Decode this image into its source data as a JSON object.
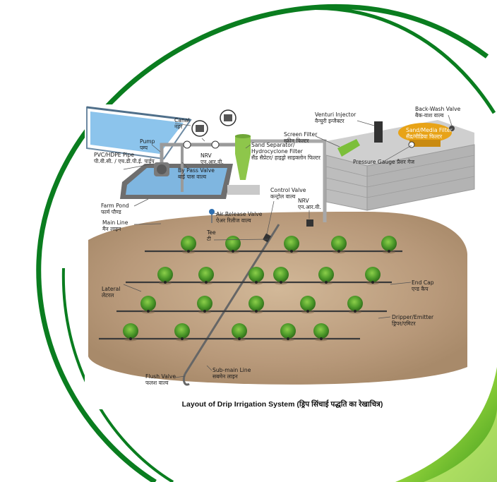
{
  "caption": "Layout of Drip Irrigation System (ड्रिप सिंचाई पद्धति का रेखाचित्र)",
  "labels": {
    "canal": {
      "en": "Canal",
      "hi": "नहर"
    },
    "pump": {
      "en": "Pump",
      "hi": "पम्प"
    },
    "pipe": {
      "en": "PVC/HDPE Pipe",
      "hi": "पी.वी.सी. / एच.डी.पी.ई. पाईप"
    },
    "nrv_top": {
      "en": "NRV",
      "hi": "एन.आर.वी."
    },
    "bypass": {
      "en": "By Pass Valve",
      "hi": "बाई पास वाल्व"
    },
    "sand_separator": {
      "en": "Sand Separator/ Hydrocyclone Filter",
      "hi": "सैंड सैप्रेटर/ हाइड्रो साइक्लोन फिल्टर"
    },
    "screen_filter": {
      "en": "Screen Filter",
      "hi": "स्क्रीन फिल्टर"
    },
    "venturi": {
      "en": "Venturi Injector",
      "hi": "वैन्चुरी इन्जैक्टर"
    },
    "backwash": {
      "en": "Back-Wash Valve",
      "hi": "बैक-वाश वाल्व"
    },
    "sand_media": {
      "en": "Sand/Media Filter",
      "hi": "सैंड/मीडिया फिल्टर"
    },
    "pressure_gauge": {
      "en": "Pressure Gauge",
      "hi": "प्रैशर गेज"
    },
    "farm_pond": {
      "en": "Farm Pond",
      "hi": "फार्म पौण्ड"
    },
    "main_line": {
      "en": "Main Line",
      "hi": "मैन लाइन"
    },
    "air_release": {
      "en": "Air Release Valve",
      "hi": "ऐअर रिलीज वाल्व"
    },
    "control_valve": {
      "en": "Control Valve",
      "hi": "कन्ट्रोल वाल्व"
    },
    "nrv_mid": {
      "en": "NRV",
      "hi": "एन.आर.वी."
    },
    "tee": {
      "en": "Tee",
      "hi": "टी"
    },
    "lateral": {
      "en": "Lateral",
      "hi": "लेटरल"
    },
    "end_cap": {
      "en": "End Cap",
      "hi": "एन्ड कैप"
    },
    "dripper": {
      "en": "Dripper/Emitter",
      "hi": "ड्रिपर/एमिटर"
    },
    "flush_valve": {
      "en": "Flush Valve",
      "hi": "फलश वाल्व"
    },
    "sub_main": {
      "en": "Sub-main Line",
      "hi": "सबमेन लाइन"
    }
  },
  "colors": {
    "green_dark": "#0a7d1f",
    "green_light": "#86c83a",
    "soil": "#bfa27f",
    "wall": "#bdbdbd",
    "tank": "#e8a317",
    "filter_green": "#7cbf3a",
    "pipe": "#9a9a9a",
    "water": "#7fb6e0"
  }
}
